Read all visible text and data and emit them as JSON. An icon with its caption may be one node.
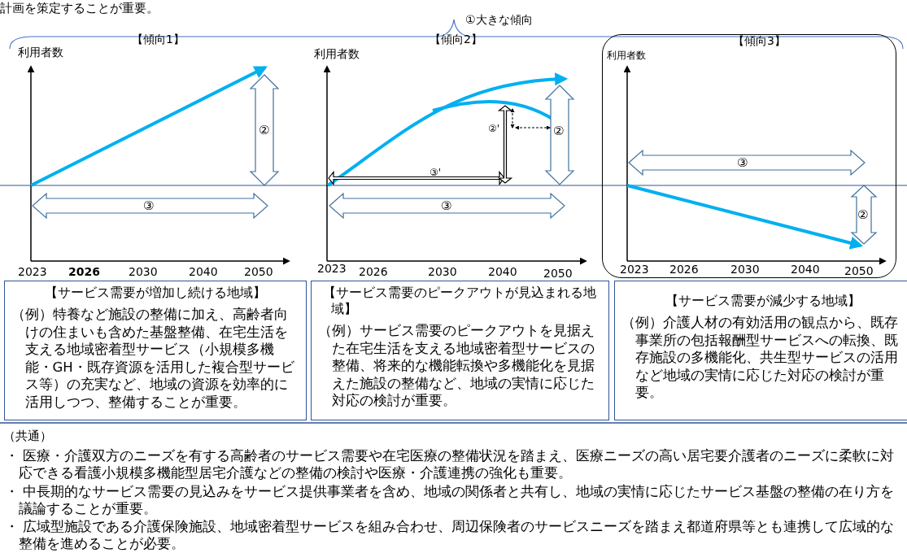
{
  "diagram": {
    "nodes": [
      {
        "text": [
          "【傾向3】"
        ]
      },
      {
        "text": [
          "【サービス需要が増加し続ける地域】",
          "（例）特養など施設の整備に加え、高齢者向けの住まいも含めた基盤整備、在宅生活を支える地域密着型サービス（小規模多機能・GH・既存資源を活用した複合型サービス等）の充実など、地域の資源を効率的に活用しつつ、整備することが重要。"
        ]
      },
      {
        "text": [
          "【サービス需要のピークアウトが見込まれる地域】",
          "（例）サービス需要のピークアウトを見据えた在宅生活を支える地域密着型サービスの整備、将来的な機能転換や多機能化を見据えた施設の整備など、地域の実情に応じた対応の検討が重要。"
        ]
      },
      {
        "text": [
          "【サービス需要が減少する地域】",
          "（例）介護人材の有効活用の観点から、既存事業所の包括報酬型サービスへの転換、既存施設の多機能化、共生型サービスの活用など地域の実情に応じた対応の検討が重要。"
        ]
      }
    ],
    "labels": [
      "計画を策定することが重要。",
      "①大きな傾向",
      "【傾向1】",
      "【傾向2】",
      "利用者数",
      "利用者数",
      "利用者数",
      "②",
      "③",
      "2023",
      "2026",
      "2030",
      "2040",
      "2050",
      "②'",
      "②",
      "③'",
      "③",
      "2023",
      "2026",
      "2030",
      "2040",
      "2050",
      "③",
      "②",
      "2023",
      "2026",
      "2030",
      "2040",
      "2050",
      "（共通）",
      "・ 医療・介護双方のニーズを有する高齢者のサービス需要や在宅医療の整備状況を踏まえ、医療ニーズの高い居宅要介護者のニーズに柔軟に対応できる看護小規模多機能型居宅介護などの整備の検討や医療・介護連携の強化も重要。",
      "・ 中長期的なサービス需要の見込みをサービス提供事業者を含め、地域の関係者と共有し、地域の実情に応じたサービス基盤の整備の在り方を議論することが重要。",
      "・ 広域型施設である介護保険施設、地域密着型サービスを組み合わせ、周辺保険者のサービスニーズを踏まえ都道府県等とも連携して広域的な整備を進めることが必要。"
    ]
  }
}
